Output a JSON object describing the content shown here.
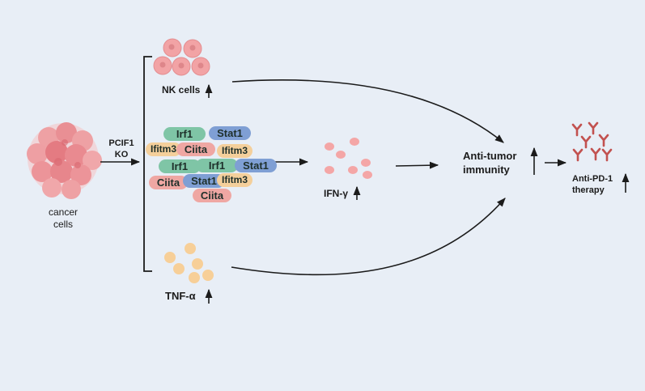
{
  "labels": {
    "cancer_cells": "cancer\ncells",
    "knockout": "PCIF1\nKO",
    "nk_cells": "NK cells",
    "ifn": "IFN-γ",
    "tnf": "TNF-α",
    "anti_tumor": "Anti-tumor\nimmunity",
    "anti_pd1": "Anti-PD-1\ntherapy"
  },
  "genes": {
    "irf1": "Irf1",
    "stat1": "Stat1",
    "ifitm3": "Ifitm3",
    "ciita": "Ciita"
  },
  "colors": {
    "background": "#e8eef6",
    "nk_cell": "#f2a3a5",
    "ifn": "#f4a6a6",
    "tnf": "#f7cf98",
    "antibody": "#c2514f",
    "cancer": "#e9888d",
    "irf1": "#7fc5a6",
    "stat1": "#7f9fd4",
    "ciita": "#efa7a3",
    "ifitm3": "#f4cf9b",
    "arrow": "#1b1b1b"
  },
  "icons": [
    "up-arrow-icon",
    "antibody-icon"
  ]
}
